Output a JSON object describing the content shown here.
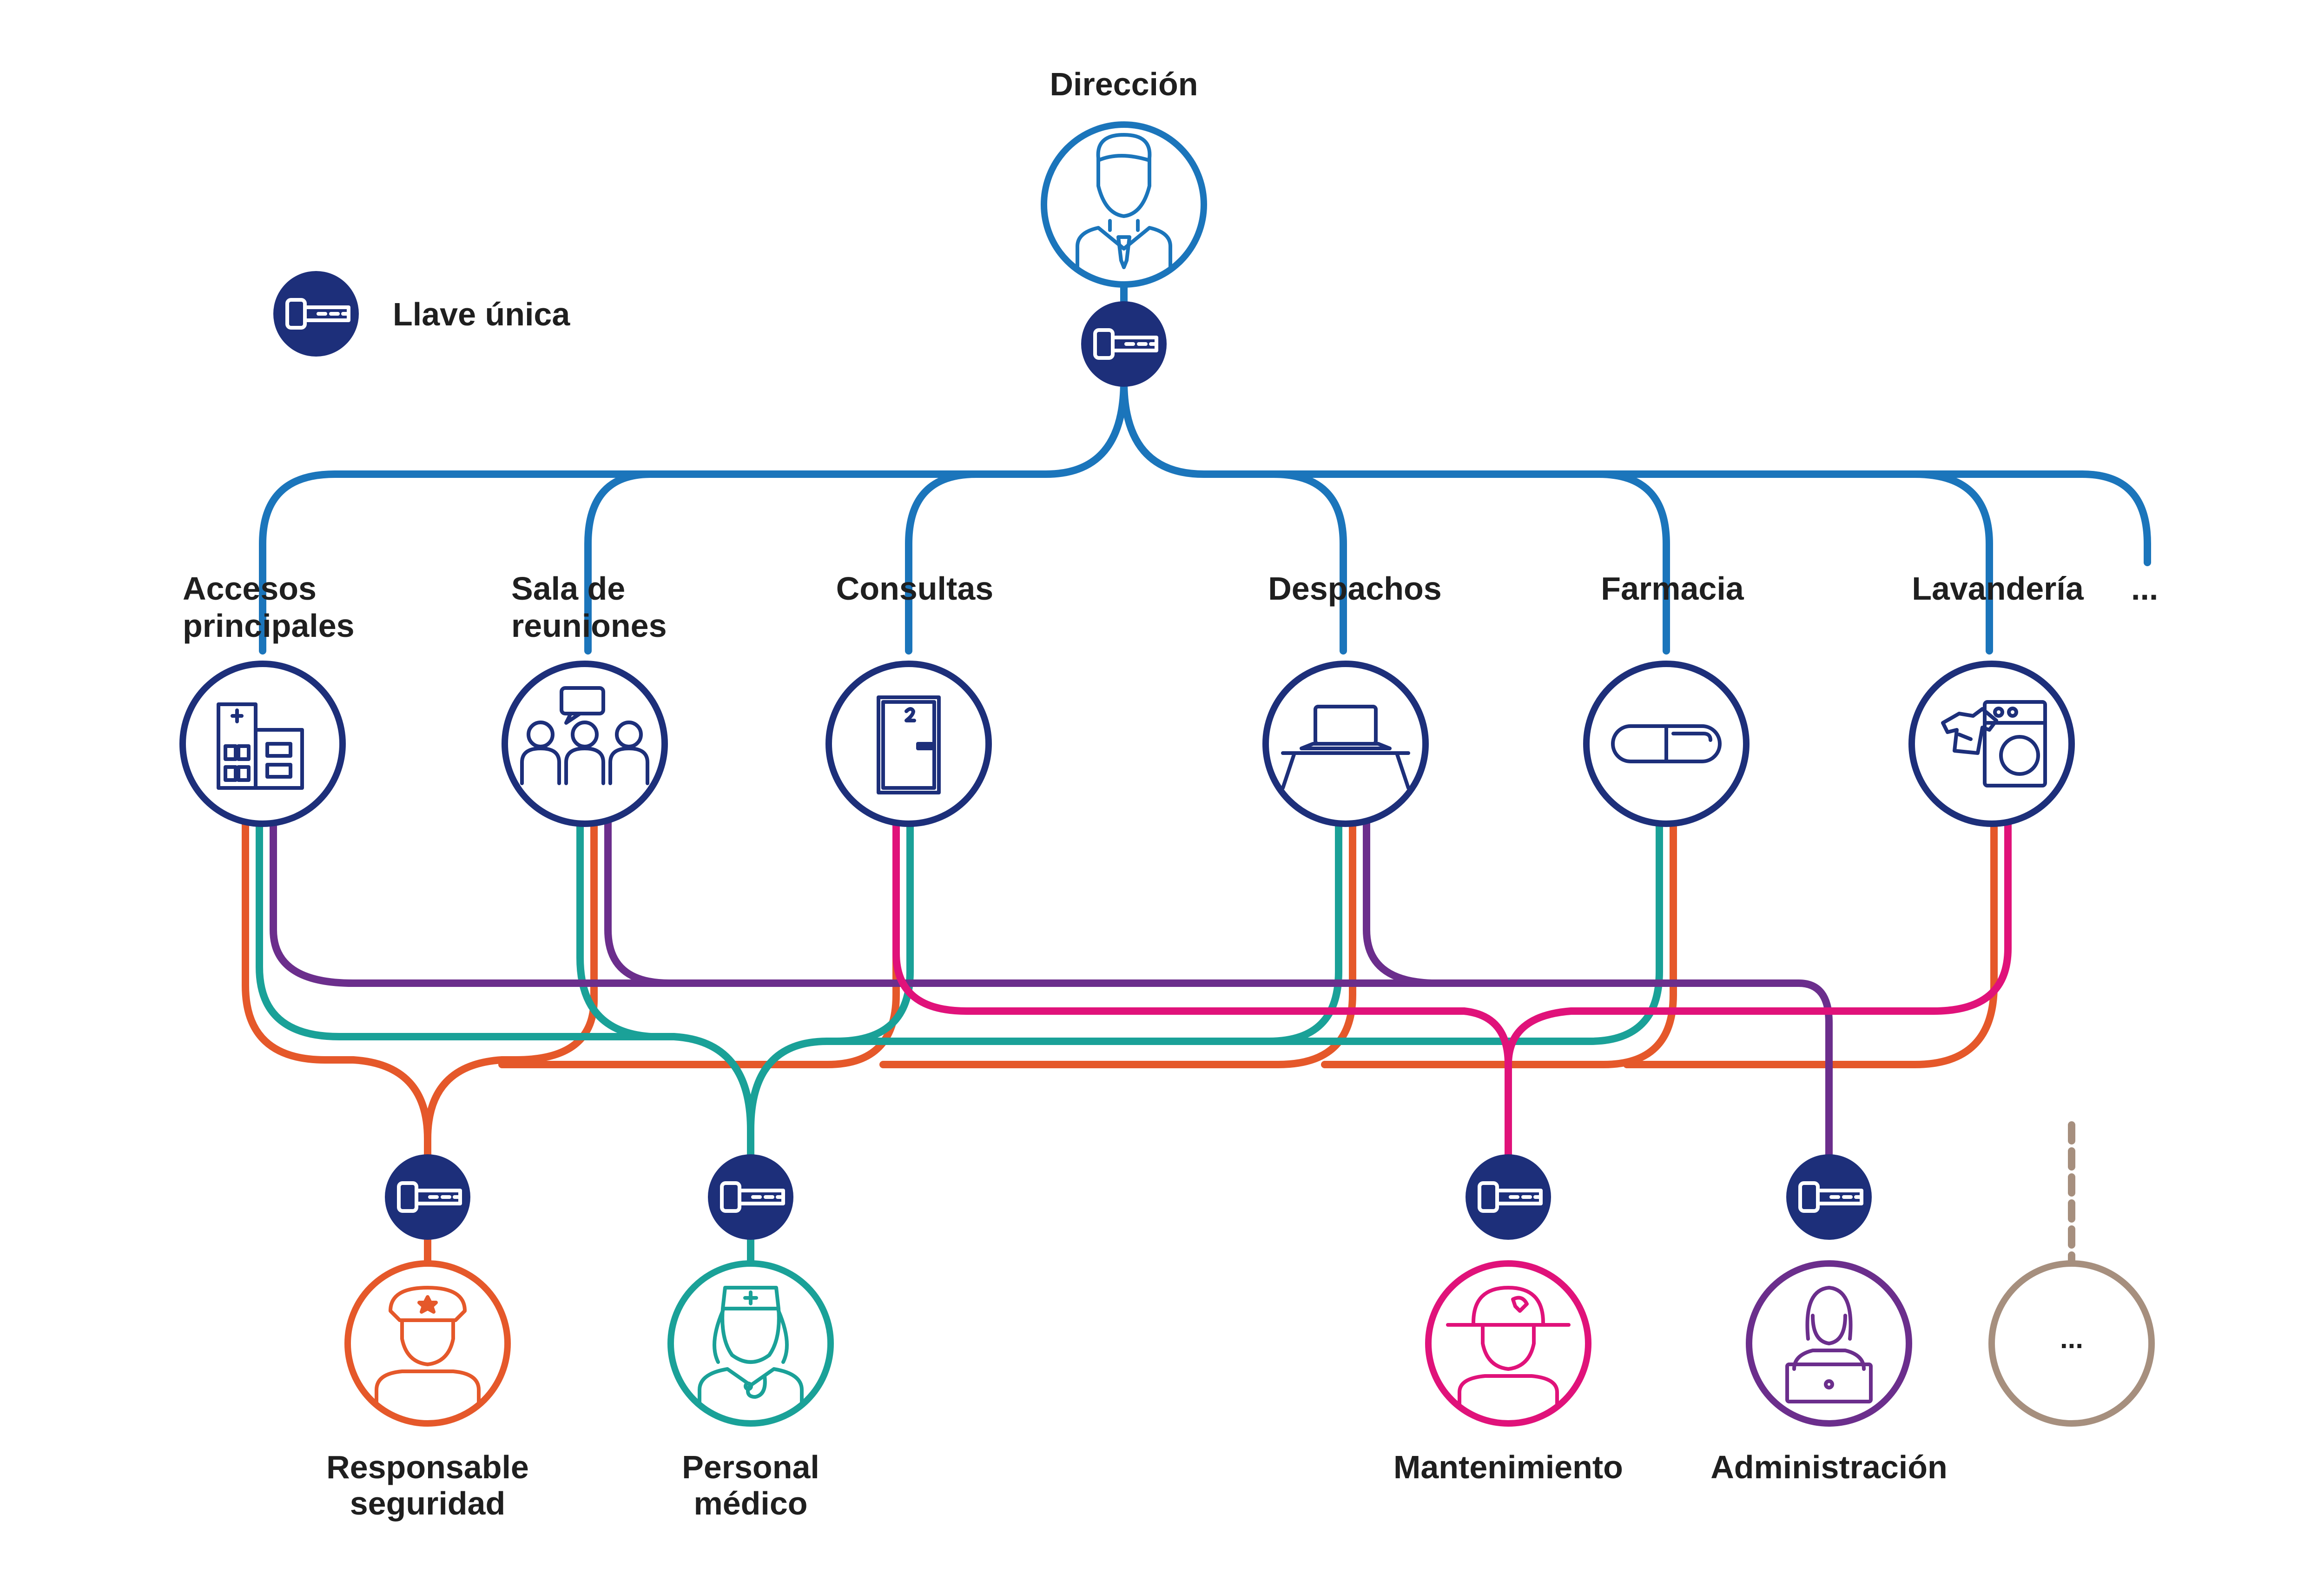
{
  "colors": {
    "direction": "#1b75bb",
    "navy": "#1d2f7a",
    "orange": "#e5582a",
    "teal": "#1aa198",
    "purple": "#6b2e8c",
    "magenta": "#e0127a",
    "taupe": "#a68f7e"
  },
  "top": {
    "label": "Dirección",
    "icon": "businessman-icon"
  },
  "legend": {
    "label": "Llave única",
    "icon": "key-icon"
  },
  "areas": [
    {
      "label_line1": "Accesos",
      "label_line2": "principales",
      "icon": "hospital-building-icon"
    },
    {
      "label_line1": "Sala de",
      "label_line2": "reuniones",
      "icon": "meeting-people-icon"
    },
    {
      "label_line1": "Consultas",
      "label_line2": "",
      "icon": "door-icon"
    },
    {
      "label_line1": "Despachos",
      "label_line2": "",
      "icon": "laptop-desk-icon"
    },
    {
      "label_line1": "Farmacia",
      "label_line2": "",
      "icon": "pill-capsule-icon"
    },
    {
      "label_line1": "Lavandería",
      "label_line2": "",
      "icon": "washing-machine-icon"
    },
    {
      "label_line1": "...",
      "label_line2": ""
    }
  ],
  "roles": [
    {
      "label_line1": "Responsable",
      "label_line2": "seguridad",
      "icon": "security-guard-icon"
    },
    {
      "label_line1": "Personal",
      "label_line2": "médico",
      "icon": "nurse-icon"
    },
    {
      "label_line1": "Mantenimiento",
      "label_line2": "",
      "icon": "maintenance-worker-icon"
    },
    {
      "label_line1": "Administración",
      "label_line2": "",
      "icon": "office-worker-icon"
    },
    {
      "label_line1": "",
      "label_line2": "",
      "icon": "",
      "inner_text": "..."
    }
  ]
}
